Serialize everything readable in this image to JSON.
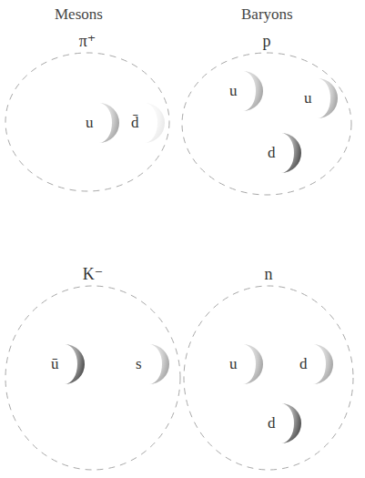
{
  "diagram": {
    "nodes": [
      {
        "text": [
          "π⁺"
        ]
      },
      {
        "text": [
          "u"
        ],
        "in": 0
      },
      {
        "text": [
          "d̄"
        ],
        "in": 0
      },
      {
        "text": [
          "p"
        ]
      },
      {
        "text": [
          "u"
        ],
        "in": 3
      },
      {
        "text": [
          "u"
        ],
        "in": 3
      },
      {
        "text": [
          "d"
        ],
        "in": 3
      },
      {
        "text": [
          "K⁻"
        ]
      },
      {
        "text": [
          "ū"
        ],
        "in": 7
      },
      {
        "text": [
          "s"
        ],
        "in": 7
      },
      {
        "text": [
          "n"
        ]
      },
      {
        "text": [
          "u"
        ],
        "in": 10
      },
      {
        "text": [
          "d"
        ],
        "in": 10
      },
      {
        "text": [
          "d"
        ],
        "in": 10
      }
    ],
    "labels": [
      "Mesons",
      "Baryons"
    ]
  }
}
